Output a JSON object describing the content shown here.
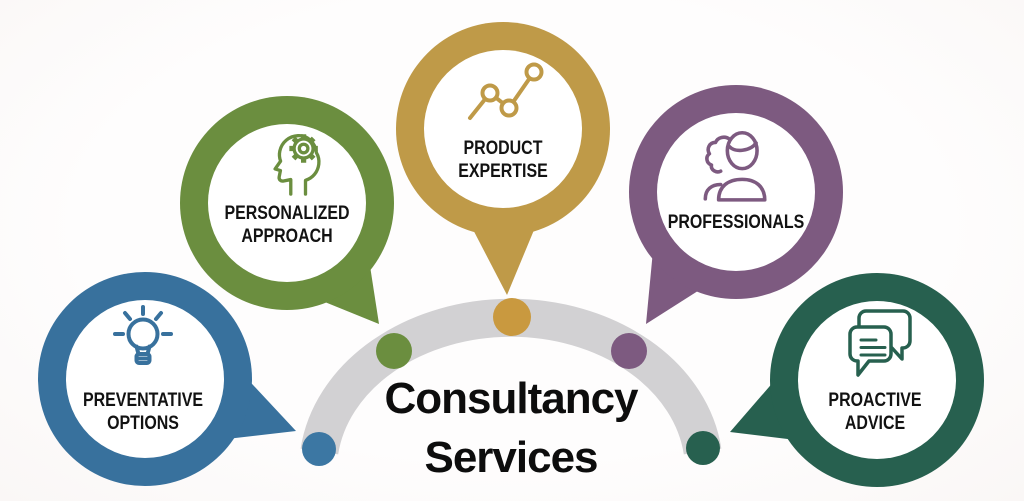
{
  "page": {
    "background": "#fdfcfc"
  },
  "title": {
    "text": "Consultancy\nServices",
    "color": "#0d0d0d"
  },
  "arc": {
    "color": "#d2d1d3"
  },
  "bubbles": [
    {
      "label": "PREVENTATIVE\nOPTIONS",
      "color": "#38719d",
      "icon": "lightbulb-icon"
    },
    {
      "label": "PERSONALIZED\nAPPROACH",
      "color": "#6b8e3f",
      "icon": "head-gear-icon"
    },
    {
      "label": "PRODUCT\nEXPERTISE",
      "color": "#bf9a48",
      "icon": "trend-chart-icon"
    },
    {
      "label": "PROFESSIONALS",
      "color": "#7d5a80",
      "icon": "professionals-icon"
    },
    {
      "label": "PROACTIVE\nADVICE",
      "color": "#27604f",
      "icon": "chat-bubbles-icon"
    }
  ],
  "dots": [
    "#3c77a3",
    "#6b8e3f",
    "#c9993f",
    "#7d5a80",
    "#27604f"
  ]
}
